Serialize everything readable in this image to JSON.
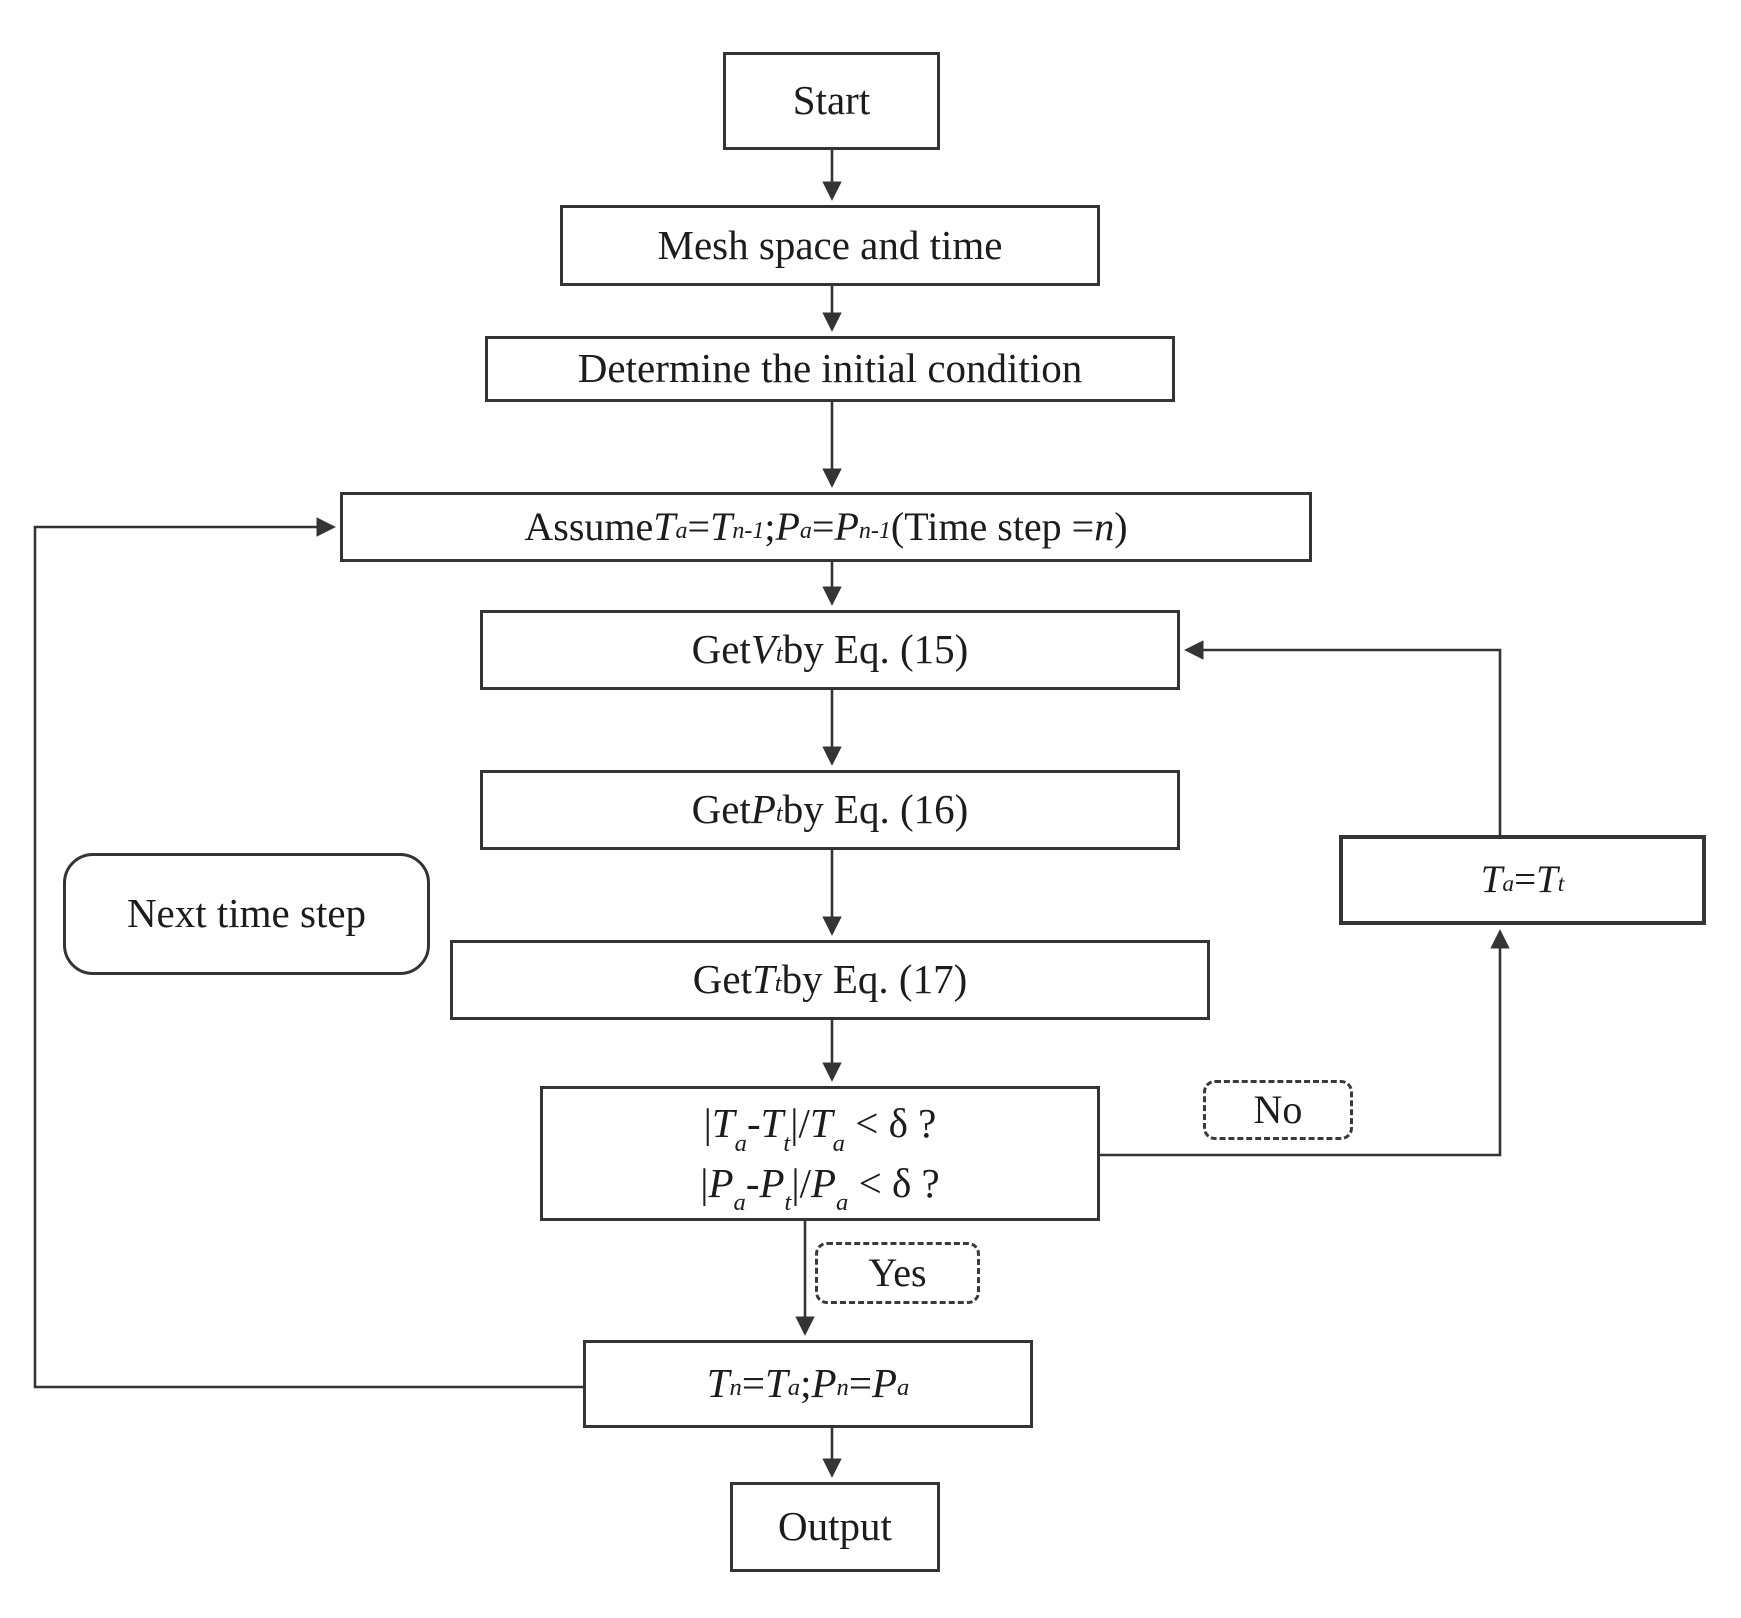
{
  "diagram": {
    "nodes": {
      "start": {
        "label": "Start"
      },
      "mesh": {
        "label": "Mesh space and time"
      },
      "initial": {
        "label": "Determine the initial condition"
      },
      "assume": {
        "label": "Assume *T*_a_ = *T*_n-1_; *P*_a_ = *P*_n-1_ (Time step = *n*)"
      },
      "get_vt": {
        "label": "Get *V*_t_ by Eq. (15)"
      },
      "get_pt": {
        "label": "Get *P*_t_ by Eq. (16)"
      },
      "get_tt": {
        "label": "Get *T*_t_ by Eq. (17)"
      },
      "decision": {
        "line1": "|*T*_a_-*T*_t_|/*T*_a_ < δ ?",
        "line2": "|*P*_a_-*P*_t_|/*P*_a_ <  δ ?"
      },
      "yes_label": {
        "label": "Yes"
      },
      "no_label": {
        "label": "No"
      },
      "assign": {
        "label": "*T*_n_ = *T*_a_; *P*_n_ = *P*_a_"
      },
      "ta_update": {
        "label": "*T*_a_ = *T*_t_"
      },
      "next_step": {
        "label": "Next time step"
      },
      "output": {
        "label": "Output"
      }
    },
    "colors": {
      "line": "#343434",
      "background": "#ffffff",
      "text": "#1c1c1c"
    }
  }
}
